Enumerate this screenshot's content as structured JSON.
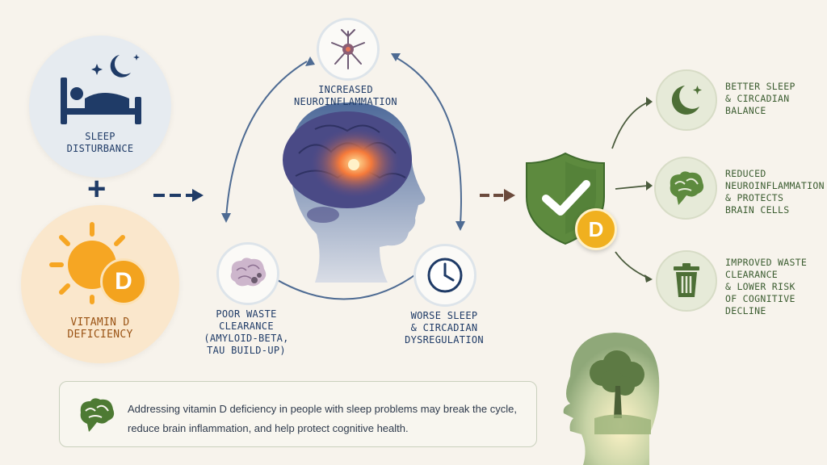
{
  "left": {
    "sleep_label_line1": "Sleep",
    "sleep_label_line2": "Disturbance",
    "vitd_label_line1": "Vitamin D",
    "vitd_label_line2": "Deficiency",
    "plus": "+",
    "sun_badge_letter": "D"
  },
  "cycle": {
    "top_label_line1": "Increased",
    "top_label_line2": "Neuroinflammation",
    "left_label_line1": "Poor Waste",
    "left_label_line2": "Clearance",
    "left_label_line3": "(Amyloid-beta,",
    "left_label_line4": "tau build-up)",
    "right_label_line1": "Worse Sleep",
    "right_label_line2": "& Circadian",
    "right_label_line3": "Dysregulation"
  },
  "shield": {
    "badge_letter": "D"
  },
  "outcomes": [
    {
      "icon": "moon-icon",
      "line1": "Better Sleep",
      "line2": "& Circadian",
      "line3": "Balance"
    },
    {
      "icon": "brain-icon",
      "line1": "Reduced",
      "line2": "Neuroinflammation",
      "line3": "& Protects",
      "line4": "Brain Cells"
    },
    {
      "icon": "trash-icon",
      "line1": "Improved Waste",
      "line2": "Clearance",
      "line3": "& Lower Risk",
      "line4": "of Cognitive",
      "line5": "Decline"
    }
  ],
  "callout": {
    "line1": "Addressing vitamin D deficiency in people with sleep problems may break the cycle,",
    "line2": "reduce brain inflammation, and help protect cognitive health."
  },
  "colors": {
    "navy": "#1f3b67",
    "orange": "#f6a623",
    "green": "#5d8a3e",
    "background": "#f7f3ec"
  }
}
